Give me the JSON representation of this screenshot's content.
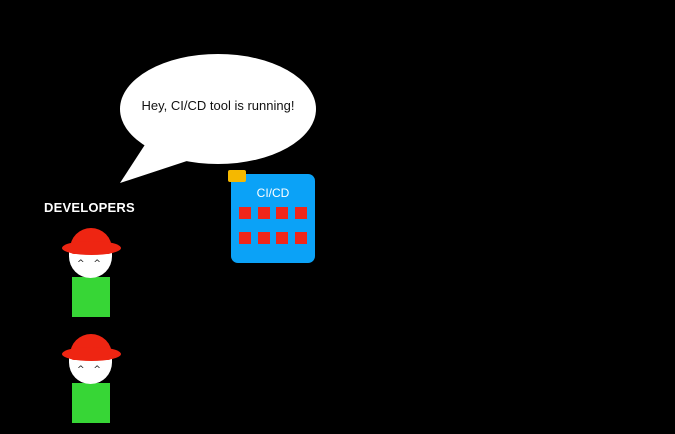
{
  "scene": {
    "background_color": "#000000"
  },
  "speech_bubble": {
    "text": "Hey, CI/CD tool is running!",
    "fill_color": "#ffffff",
    "text_color": "#111111"
  },
  "developers_group": {
    "label": "DEVELOPERS",
    "label_color": "#ffffff",
    "members": [
      {
        "eyes": "^ ^",
        "hat_color": "#ee2512",
        "face_color": "#ffffff",
        "body_color": "#37d636"
      },
      {
        "eyes": "^ ^",
        "hat_color": "#ee2512",
        "face_color": "#ffffff",
        "body_color": "#37d636"
      }
    ]
  },
  "cicd_tool": {
    "label": "CI/CD",
    "box_color": "#0ba2f7",
    "tab_color": "#f5b800",
    "cell_color": "#f0261a",
    "rows": 2,
    "columns": 4
  }
}
